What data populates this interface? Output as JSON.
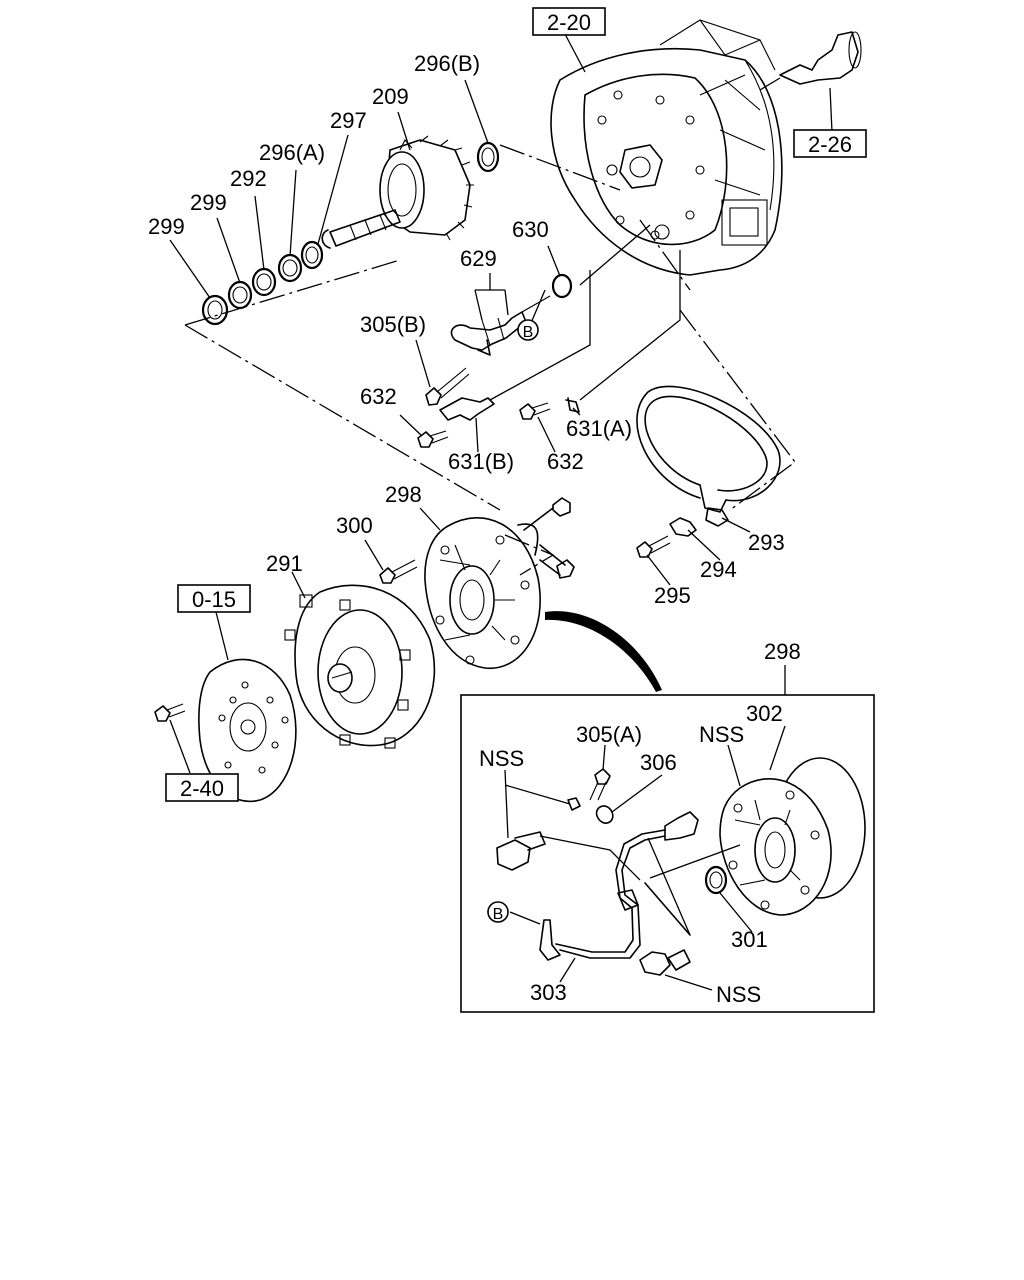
{
  "labels": {
    "ref_2_20": "2-20",
    "ref_2_26": "2-26",
    "ref_0_15": "0-15",
    "ref_2_40": "2-40",
    "p296b": "296(B)",
    "p209": "209",
    "p297": "297",
    "p296a": "296(A)",
    "p292": "292",
    "p299a": "299",
    "p299b": "299",
    "p630": "630",
    "p629": "629",
    "p305b": "305(B)",
    "p632a": "632",
    "p631a": "631(A)",
    "p631b": "631(B)",
    "p632b": "632",
    "p298": "298",
    "p300": "300",
    "p291": "291",
    "p293": "293",
    "p294": "294",
    "p295": "295",
    "p298_detail": "298",
    "p302": "302",
    "p305a": "305(A)",
    "p306": "306",
    "nss_1": "NSS",
    "nss_2": "NSS",
    "nss_3": "NSS",
    "p301": "301",
    "p303": "303",
    "callout_b1": "B",
    "callout_b2": "B"
  }
}
